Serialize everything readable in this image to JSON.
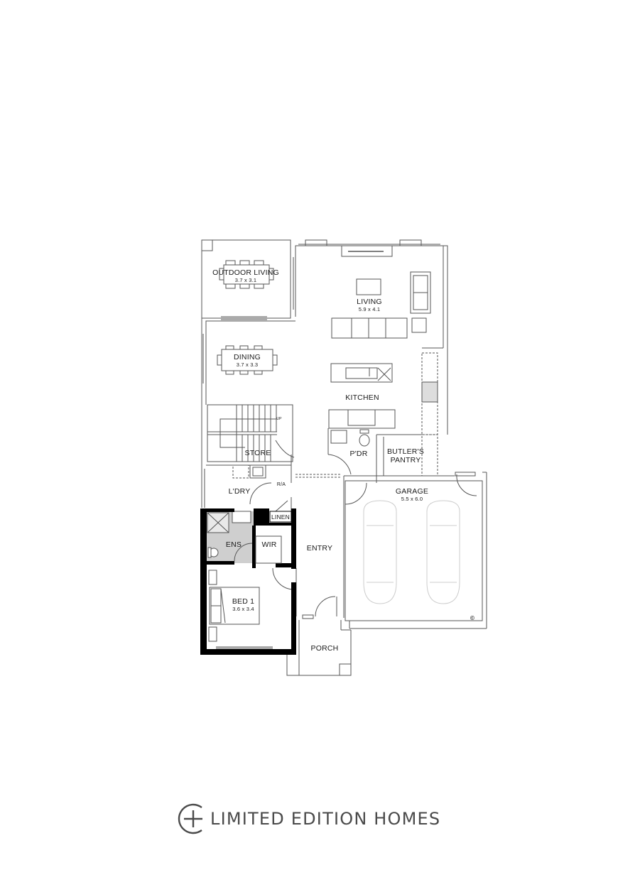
{
  "rooms": {
    "outdoor_living": {
      "name": "OUTDOOR LIVING",
      "dim": "3.7 x 3.1"
    },
    "living": {
      "name": "LIVING",
      "dim": "5.9 x 4.1"
    },
    "dining": {
      "name": "DINING",
      "dim": "3.7 x 3.3"
    },
    "kitchen": {
      "name": "KITCHEN"
    },
    "store": {
      "name": "STORE"
    },
    "pdr": {
      "name": "P'DR"
    },
    "butlers_pantry": {
      "name": "BUTLER'S",
      "name2": "PANTRY"
    },
    "laundry": {
      "name": "L'DRY"
    },
    "ra": {
      "name": "R/A"
    },
    "linen": {
      "name": "LINEN"
    },
    "ens": {
      "name": "ENS"
    },
    "wir": {
      "name": "WIR"
    },
    "entry": {
      "name": "ENTRY"
    },
    "garage": {
      "name": "GARAGE",
      "dim": "5.5 x 6.0"
    },
    "bed1": {
      "name": "BED 1",
      "dim": "3.6 x 3.4"
    },
    "porch": {
      "name": "PORCH"
    },
    "up": {
      "name": "UP"
    },
    "copyright": {
      "name": "©"
    }
  },
  "logo": {
    "icon": "circle-plus-logo-icon",
    "text": "LIMITED EDITION HOMES"
  },
  "colors": {
    "wall": "#000000",
    "line": "#555555",
    "ensuite_fill": "#cfcfcf",
    "logo": "#4a4a4a",
    "car": "#cccccc"
  }
}
